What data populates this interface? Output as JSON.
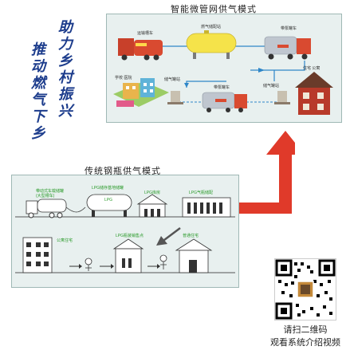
{
  "slogan": {
    "col1": "助力乡村振兴",
    "col2": "推动燃气下乡"
  },
  "smart": {
    "title": "智能微管网供气模式",
    "labels": {
      "transport": "运输槽车",
      "storage": "燃气储配站",
      "tanker": "带泵罐车",
      "school": "学校 医院",
      "tank1": "储气罐站",
      "tanker2": "带泵罐车",
      "tank2": "储气罐站",
      "residence": "住宅 公寓"
    }
  },
  "traditional": {
    "title": "传统钢瓶供气模式",
    "labels": {
      "l1a": "带动式车载储罐",
      "l1b": "(大型槽车)",
      "l2": "LPG储存基地储罐",
      "l2b": "LPG",
      "l3": "LPG库房",
      "l4": "LPG气瓶储配",
      "l5": "公寓住宅",
      "l6": "LPG瓶装销售点",
      "l7": "普通住宅"
    }
  },
  "qr": {
    "line1": "请扫二维码",
    "line2": "观看系统介绍视频"
  },
  "colors": {
    "accent_red": "#e03a2a",
    "slogan_blue": "#1c3c8c",
    "label_green": "#2a9a2a",
    "panel_bg": "#e8f0ef"
  }
}
